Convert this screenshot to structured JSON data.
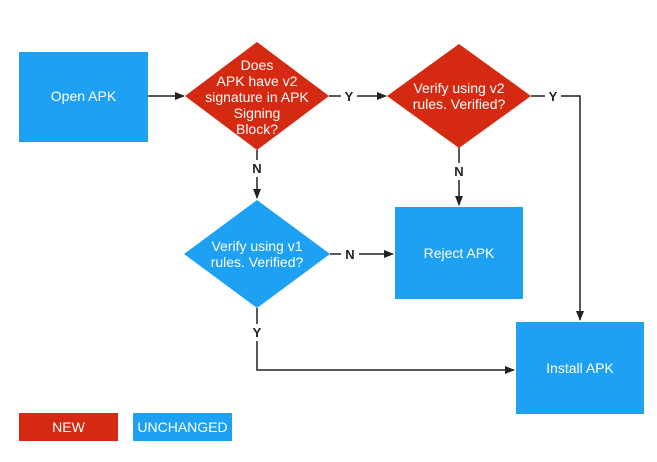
{
  "colors": {
    "new": "#d42a12",
    "unchanged": "#1ea1f2",
    "arrow": "#222222",
    "text_on_shape": "#ffffff"
  },
  "nodes": {
    "open_apk": {
      "label": "Open APK",
      "kind": "process",
      "status": "unchanged"
    },
    "has_v2_signature": {
      "label_lines": [
        "Does",
        "APK have v2",
        "signature in APK",
        "Signing",
        "Block?"
      ],
      "kind": "decision",
      "status": "new"
    },
    "verify_v2": {
      "label_lines": [
        "Verify using v2",
        "rules. Verified?"
      ],
      "kind": "decision",
      "status": "new"
    },
    "verify_v1": {
      "label_lines": [
        "Verify using v1",
        "rules. Verified?"
      ],
      "kind": "decision",
      "status": "unchanged"
    },
    "reject_apk": {
      "label": "Reject APK",
      "kind": "process",
      "status": "unchanged"
    },
    "install_apk": {
      "label": "Install APK",
      "kind": "process",
      "status": "unchanged"
    }
  },
  "edges": [
    {
      "from": "open_apk",
      "to": "has_v2_signature",
      "label": ""
    },
    {
      "from": "has_v2_signature",
      "to": "verify_v2",
      "label": "Y"
    },
    {
      "from": "has_v2_signature",
      "to": "verify_v1",
      "label": "N"
    },
    {
      "from": "verify_v2",
      "to": "install_apk",
      "label": "Y"
    },
    {
      "from": "verify_v2",
      "to": "reject_apk",
      "label": "N"
    },
    {
      "from": "verify_v1",
      "to": "reject_apk",
      "label": "N"
    },
    {
      "from": "verify_v1",
      "to": "install_apk",
      "label": "Y"
    }
  ],
  "legend": {
    "new": "NEW",
    "unchanged": "UNCHANGED"
  }
}
